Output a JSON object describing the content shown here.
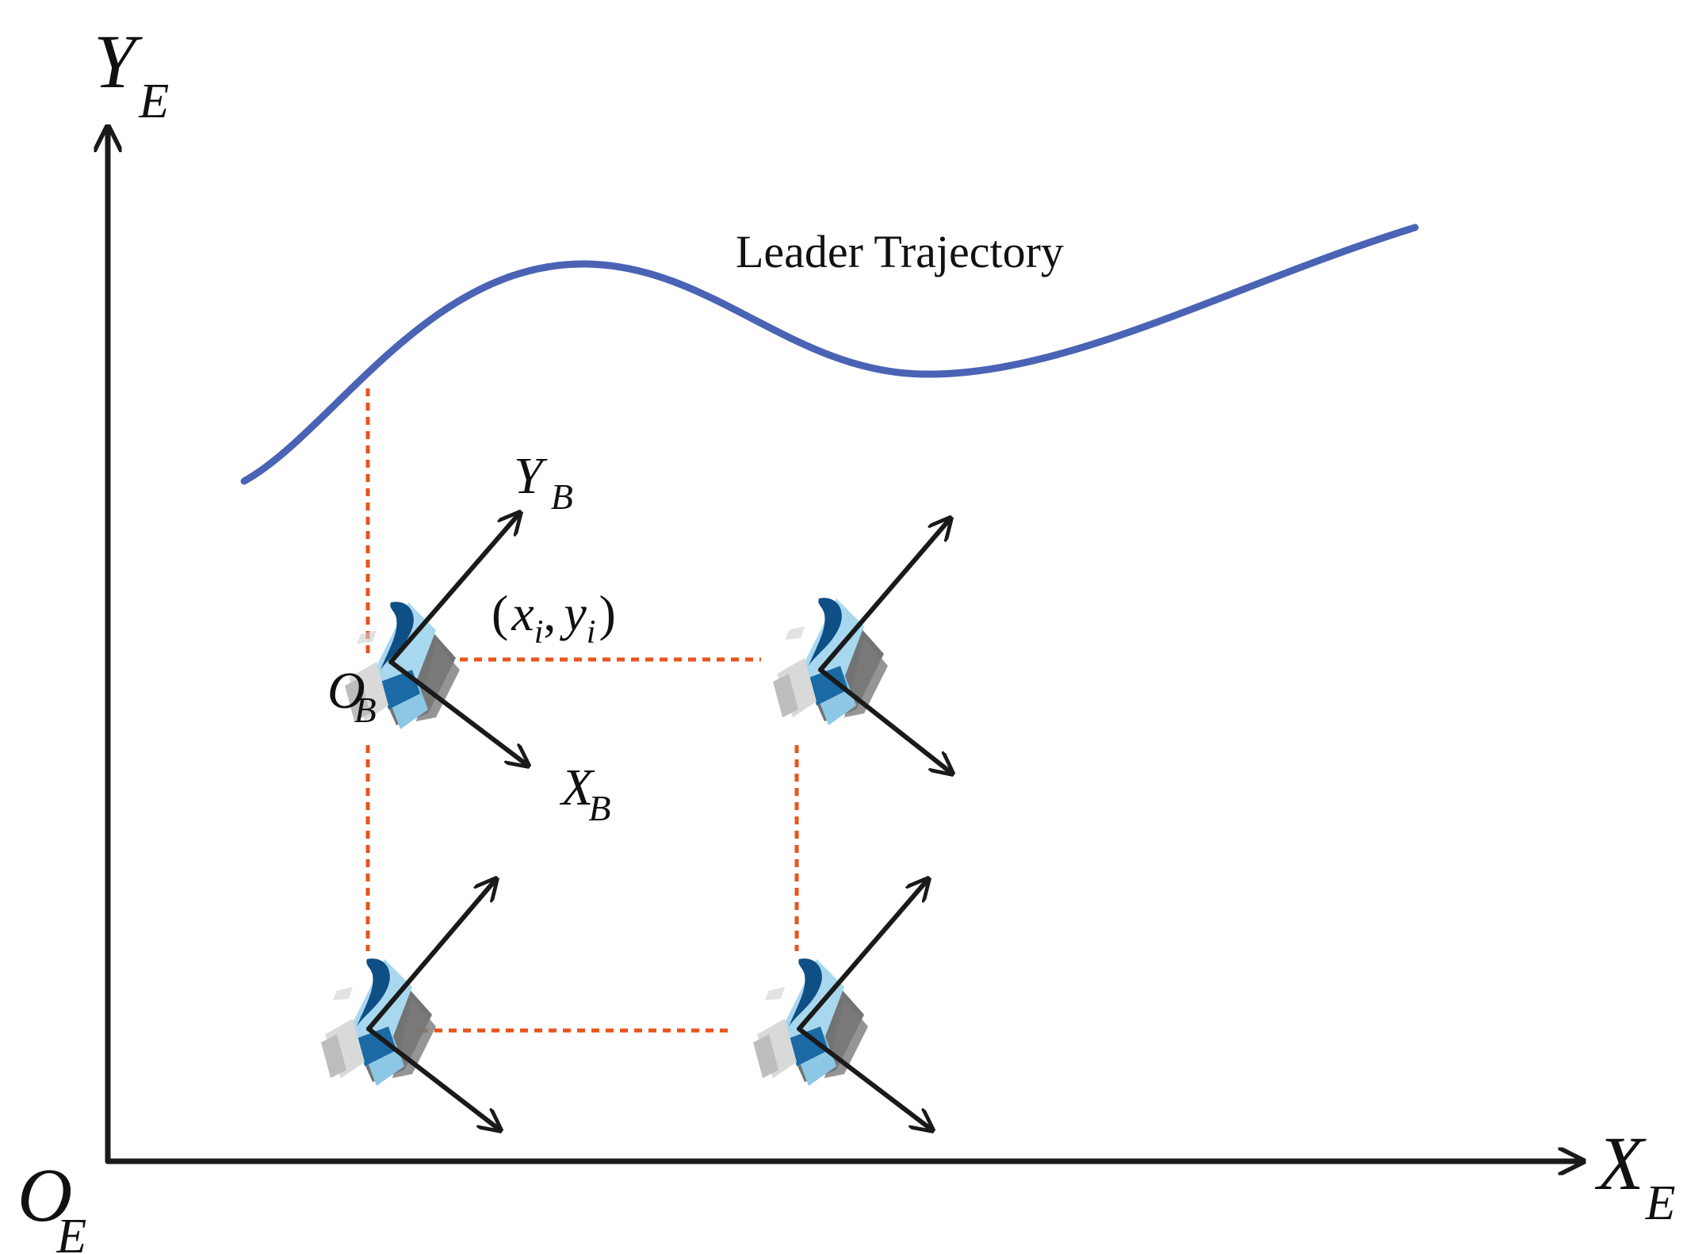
{
  "axes": {
    "y_label": {
      "main": "Y",
      "sub": "E"
    },
    "x_label": {
      "main": "X",
      "sub": "E"
    },
    "origin_label": {
      "main": "O",
      "sub": "E"
    }
  },
  "trajectory": {
    "label": "Leader Trajectory",
    "color": "#4a63b4"
  },
  "body_frame": {
    "y_label": {
      "main": "Y",
      "sub": "B"
    },
    "x_label": {
      "main": "X",
      "sub": "B"
    },
    "origin_label": {
      "main": "O",
      "sub": "B"
    }
  },
  "position_label": {
    "open": "(",
    "x": "x",
    "x_sub": "i",
    "comma": ",",
    "y": "y",
    "y_sub": "i",
    "close": ")"
  },
  "colors": {
    "axis": "#1a1a1a",
    "dashed_links": "#e8541e",
    "robot_dark": "#0e4f86",
    "robot_light": "#a8d8ef",
    "robot_shadow": "#5a5a5a"
  },
  "robots": [
    {
      "name": "robot-top-left"
    },
    {
      "name": "robot-top-right"
    },
    {
      "name": "robot-bottom-left"
    },
    {
      "name": "robot-bottom-right"
    }
  ]
}
